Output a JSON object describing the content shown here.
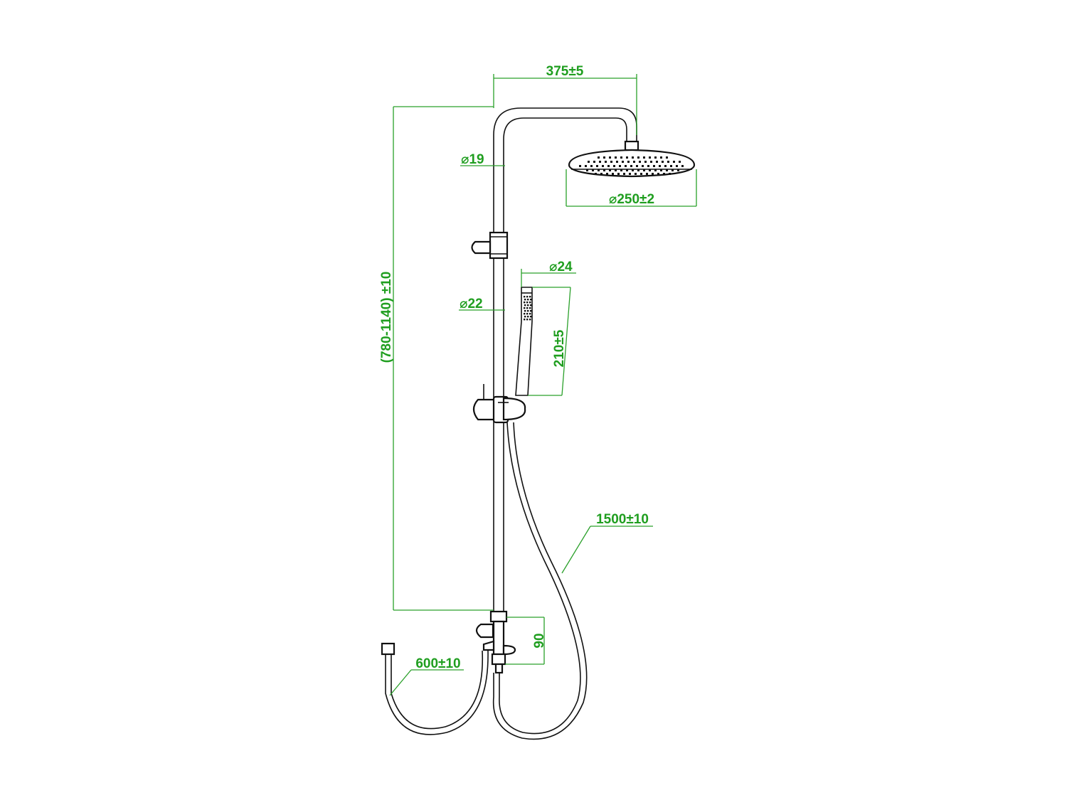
{
  "dimensions": {
    "arm_reach": "375±5",
    "riser_diameter_upper": "⌀19",
    "head_diameter": "⌀250±2",
    "handshower_diameter": "⌀24",
    "riser_diameter_lower": "⌀22",
    "handshower_length": "210±5",
    "riser_height": "(780-1140) ±10",
    "hose_length": "1500±10",
    "inlet_hose_length": "600±10",
    "outlet_offset": "90"
  },
  "colors": {
    "dimension": "#1f9e1f",
    "outline": "#111111",
    "background": "#ffffff"
  }
}
